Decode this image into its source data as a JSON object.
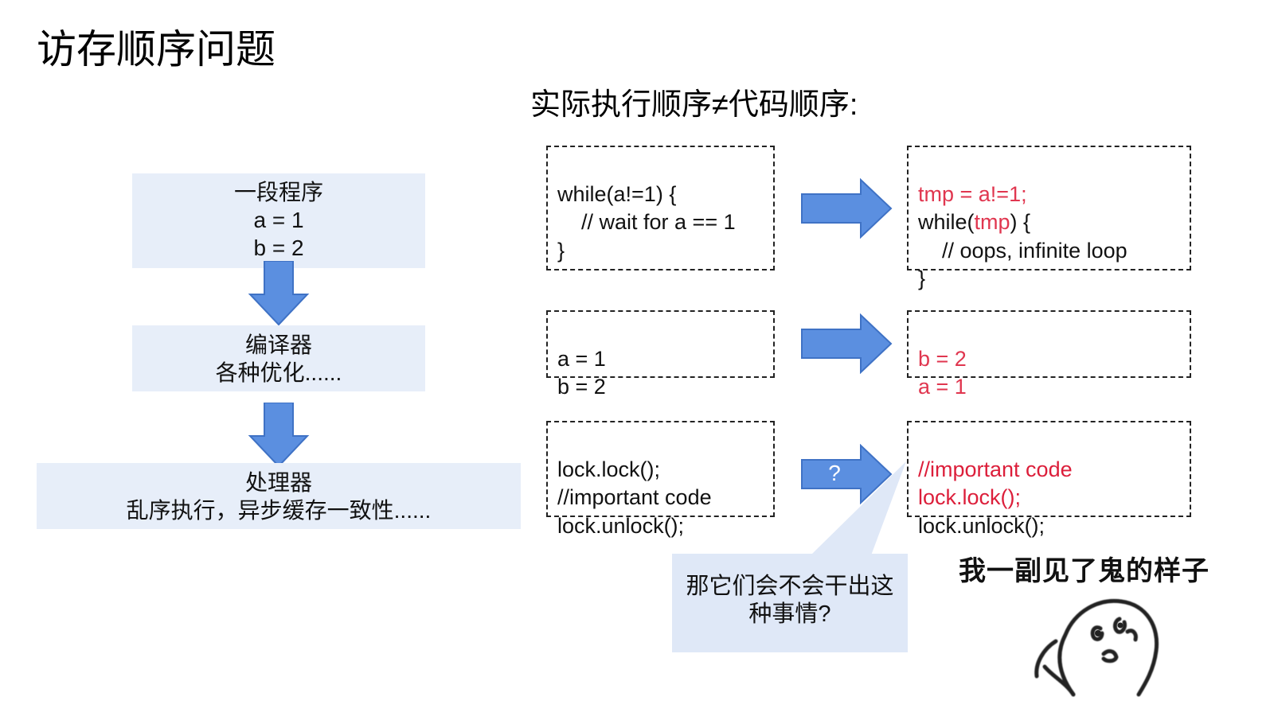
{
  "slide": {
    "title": "访存顺序问题",
    "subtitle": "实际执行顺序≠代码顺序:"
  },
  "flow": {
    "step1": {
      "lines": [
        "一段程序",
        "a = 1",
        "b = 2"
      ]
    },
    "step2": {
      "lines": [
        "编译器",
        "各种优化......"
      ]
    },
    "step3": {
      "lines": [
        "处理器",
        "乱序执行，异步缓存一致性......"
      ]
    }
  },
  "examples": [
    {
      "before": [
        "while(a!=1) {",
        "    // wait for a == 1",
        "}"
      ],
      "after_red": "tmp = a!=1;",
      "after_while_pre": "while(",
      "after_while_red": "tmp",
      "after_while_post": ") {",
      "after_comment": "    // oops, infinite loop",
      "after_close": "}"
    },
    {
      "before": [
        "a = 1",
        "b = 2"
      ],
      "after": [
        "b = 2",
        "a = 1"
      ]
    },
    {
      "before": [
        "lock.lock();",
        "//important code",
        "lock.unlock();"
      ],
      "after_red": [
        "//important code",
        "lock.lock();"
      ],
      "after_plain": "lock.unlock();",
      "arrow_label": "?"
    }
  ],
  "callout": {
    "text_line1": "那它们会不会干出这",
    "text_line2": "种事情?"
  },
  "meme": {
    "caption": "我一副见了鬼的样子"
  },
  "colors": {
    "flow_bg": "#e7eef9",
    "arrow_blue": "#5b8fe0",
    "arrow_edge": "#3f72c5",
    "reorder_red": "#e0364f",
    "callout_bg": "#dfe8f7"
  }
}
